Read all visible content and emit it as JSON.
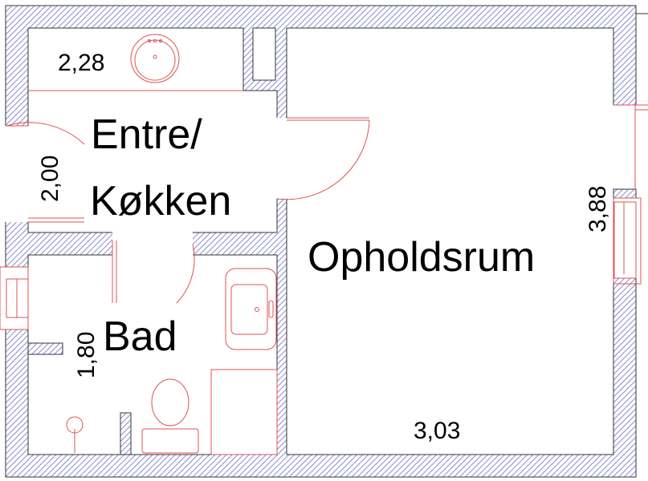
{
  "plan": {
    "rooms": {
      "entre": "Entre/",
      "kokken": "Køkken",
      "opholdsrum": "Opholdsrum",
      "bad": "Bad"
    },
    "dimensions": {
      "counter_width": "2,28",
      "entre_height": "2,00",
      "bad_height": "1,80",
      "opholdsrum_height": "3,88",
      "opholdsrum_width": "3,03"
    },
    "colors": {
      "wall_hatch": "#6b6bc8",
      "fixtures": "#e05050",
      "outline": "#333333"
    }
  }
}
